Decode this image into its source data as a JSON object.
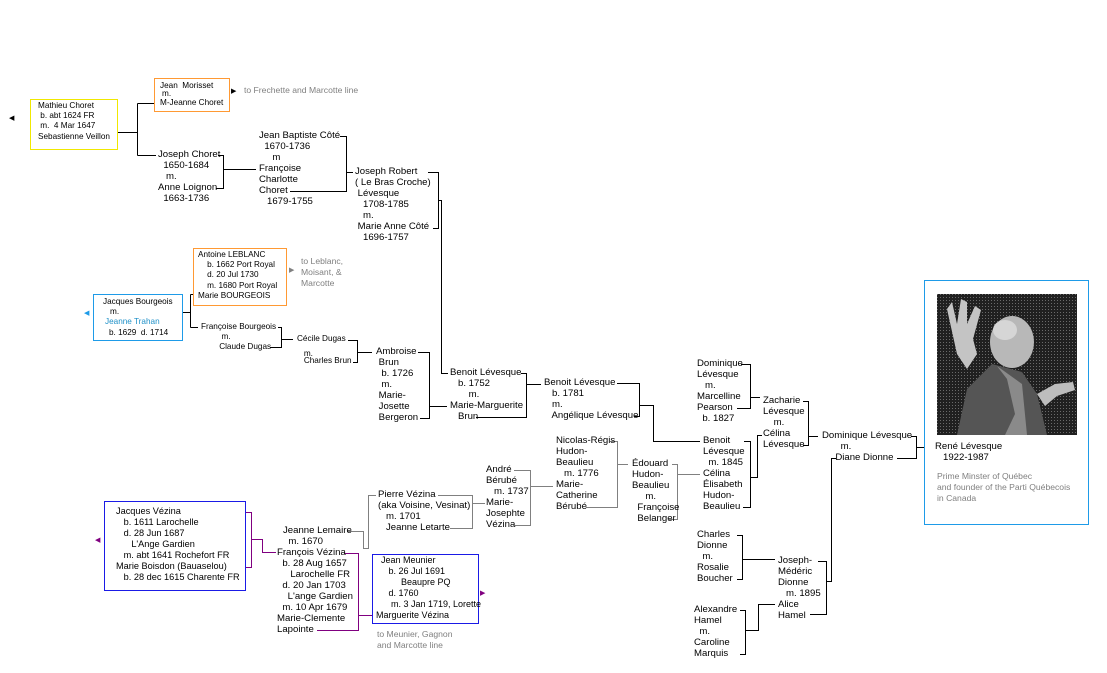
{
  "colors": {
    "yellow": "#f0e800",
    "orange": "#ff9933",
    "light_blue": "#1e9be8",
    "blue": "#1a1ae6",
    "purple": "#800080",
    "gray": "#808080"
  },
  "persons": {
    "mathieu_choret": "Mathieu Choret\n b. abt 1624 FR\n m.  4 Mar 1647\nSebastienne Veillon",
    "morisset_husband": "Jean  Morisset",
    "morisset_m": "m.",
    "morisset_wife": "M-Jeanne Choret",
    "joseph_choret": "Joseph Choret\n  1650-1684\n   m.\nAnne Loignon\n  1663-1736",
    "jb_cote": "Jean Baptiste Côté\n  1670-1736\n     m\nFrançoise\nCharlotte\nChoret\n   1679-1755",
    "joseph_robert": "Joseph Robert\n( Le Bras Croche)\n Lévesque\n   1708-1785\n   m.\n Marie Anne Côté\n   1696-1757",
    "antoine_leblanc": "Antoine LEBLANC\n    b. 1662 Port Royal\n    d. 20 Jul 1730\n    m. 1680 Port Royal\nMarie BOURGEOIS",
    "jacques_bourgeois": "Jacques Bourgeois",
    "jacques_bourgeois_m": "m.",
    "jeanne_trahan": "Jeanne Trahan",
    "jacques_bourgeois_dates": "b. 1629  d. 1714",
    "francoise_bourgeois": "Françoise Bourgeois\n         m.\n        Claude Dugas",
    "cecile_dugas": "Cécile Dugas\n\n   m.\n   Charles Brun",
    "ambroise_brun": "Ambroise\n Brun\n  b. 1726\n  m.\n Marie-\n Josette\n Bergeron",
    "benoit_1752": "Benoit Lévesque\n   b. 1752\n       m.\nMarie-Marguerite\n   Brun",
    "benoit_1781": "Benoit Lévesque\n   b. 1781\n   m.\n   Angélique Lévesque",
    "jacques_vezina": "Jacques Vézina\n   b. 1611 Larochelle\n   d. 28 Jun 1687\n      L'Ange Gardien\n   m. abt 1641 Rochefort FR\nMarie Boisdon (Bauaselou)\n   b. 28 dec 1615 Charente FR",
    "jeanne_lemaire": "Jeanne Lemaire\n  m. 1670",
    "francois_vezina": "François Vézina\n  b. 28 Aug 1657\n     Larochelle FR\n  d. 20 Jan 1703\n    L'ange Gardien\n  m. 10 Apr 1679\nMarie-Clemente\nLapointe",
    "pierre_vezina": "Pierre Vézina\n(aka Voisine, Vesinat)\n   m. 1701\n   Jeanne Letarte",
    "jean_meunier": "  Jean Meunier\n     b. 26 Jul 1691\n          Beaupre PQ\n     d. 1760\n      m. 3 Jan 1719, Lorette\nMarguerite Vézina",
    "andre_berube": "André\nBérubé\n   m. 1737\nMarie-\nJosephte\nVézina",
    "nicolas_regis": "Nicolas-Régis\nHudon-\nBeaulieu\n   m. 1776\nMarie-\nCatherine\nBérubé",
    "edouard": "Édouard\nHudon-\nBeaulieu\n     m.\n  Françoise\n  Belanger",
    "dominique_1827": "Dominique\nLévesque\n   m.\nMarcelline\nPearson\n  b. 1827",
    "benoit_1845": "Benoit\nLévesque\n  m. 1845\nCélina\nÉlisabeth\nHudon-\nBeaulieu",
    "zacharie": "Zacharie\nLévesque\n    m.\nCélina\nLévesque",
    "dominique_levesque": "Dominique Lévesque\n       m.\n     Diane Dionne",
    "charles_dionne": "Charles\nDionne\n  m.\nRosalie\nBoucher",
    "joseph_mederic": "Joseph-\nMédéric\nDionne\n   m. 1895\nAlice\nHamel",
    "alexandre_hamel": "Alexandre\nHamel\n  m.\nCaroline\nMarquis",
    "rene_levesque": "René Lévesque\n   1922-1987"
  },
  "notes": {
    "frechette": "to Frechette and Marcotte line",
    "leblanc": "to Leblanc,\nMoisant, &\nMarcotte",
    "meunier": "to Meunier, Gagnon\nand Marcotte line",
    "rene_caption": "Prime Minster of Québec\nand founder of the Parti Québecois\nin Canada"
  }
}
